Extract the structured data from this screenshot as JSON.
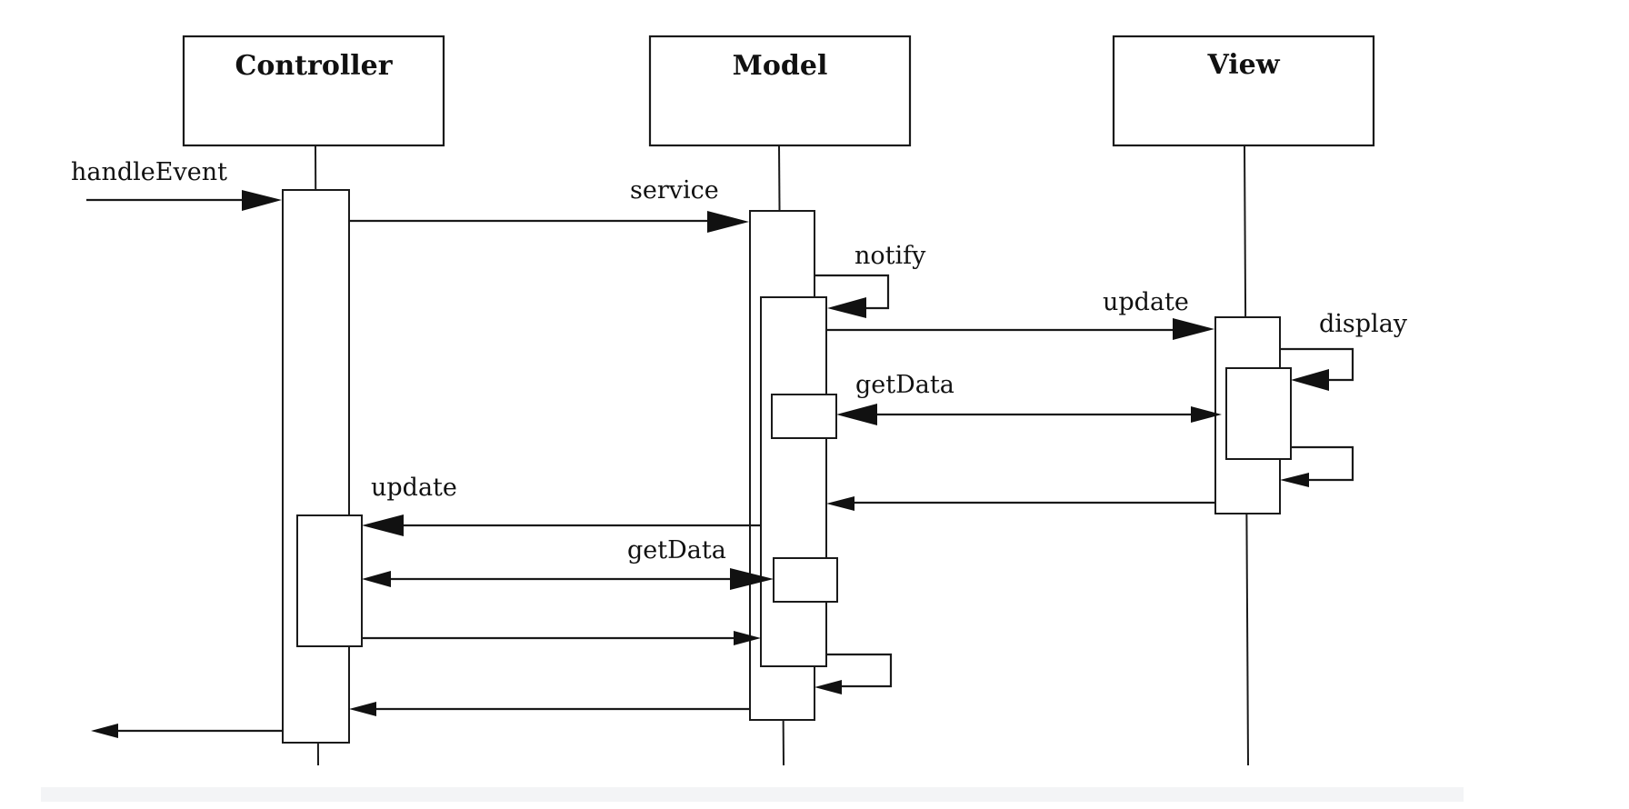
{
  "lifelines": [
    {
      "id": "controller",
      "title": "Controller"
    },
    {
      "id": "model",
      "title": "Model"
    },
    {
      "id": "view",
      "title": "View"
    }
  ],
  "messages": {
    "handle_event": "handleEvent",
    "service": "service",
    "notify": "notify",
    "update_view": "update",
    "display": "display",
    "get_data_view": "getData",
    "update_controller": "update",
    "get_data_controller": "getData"
  }
}
